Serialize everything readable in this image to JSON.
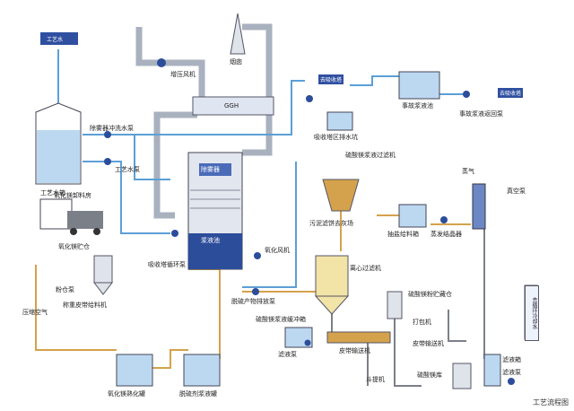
{
  "labels": {
    "process_water_tag": "工艺水",
    "process_water_tank": "工艺水箱",
    "demister_wash_pump": "除雾器冲洗水泵",
    "process_water_pump": "工艺水泵",
    "chimney": "烟囱",
    "booster_fan": "增压风机",
    "ggh": "GGH",
    "demister": "除雾器",
    "slurry_pool": "浆液池",
    "absorber_circ_pump": "吸收塔循环泵",
    "oxidation_fan": "氧化风机",
    "mgo_unload_room": "氧化镁卸料房",
    "mgo_silo": "氧化镁贮仓",
    "compressed_air": "压缩空气",
    "feed_pump_silo": "粉仓泵",
    "weigh_belt_feeder": "称重皮带给料机",
    "mgo_curing_tank": "氧化镁熟化罐",
    "desulf_slurry_tank": "脱硫剂浆液罐",
    "byproduct_pump": "脱硫产物排放泵",
    "to_absorber_tag": "去吸收塔",
    "absorber_drain_pit": "吸收塔区排水坑",
    "accident_tank": "事故浆液池",
    "accident_return_pump": "事故浆液返回泵",
    "to_absorber_tag2": "去吸收塔",
    "mgso4_filter": "硫酸镁浆液过滤机",
    "sludge_filter": "污泥滤饼去灰场",
    "clear_feed_tank": "抽盐给料箱",
    "evaporator": "蒸发结晶器",
    "steam": "蒸气",
    "vacuum_pump": "真空泵",
    "centrifuge": "离心过滤机",
    "mgso4_flush_tank": "硫酸镁浆液缓冲箱",
    "filtrate_pump": "滤液泵",
    "belt_conveyor": "皮带输送机",
    "bucket_elevator": "斗提机",
    "mgso4_powder_storage": "硫酸镁粉贮藏仓",
    "packing_machine": "打包机",
    "belt_conveyor2": "皮带输送机",
    "mgso4_warehouse": "硫酸镁库",
    "filter_tank": "滤液箱",
    "filtrate_pump2": "滤液泵",
    "cooling_water": "去循环冷却水",
    "caption": "工艺流程图"
  },
  "colors": {
    "flue": "#a9b1bf",
    "water": "#5c9fd6",
    "slurry": "#d4a24c",
    "product": "#7b8088",
    "equipment": "#2c4d9a",
    "tank_fill": "#bcd8f1"
  }
}
